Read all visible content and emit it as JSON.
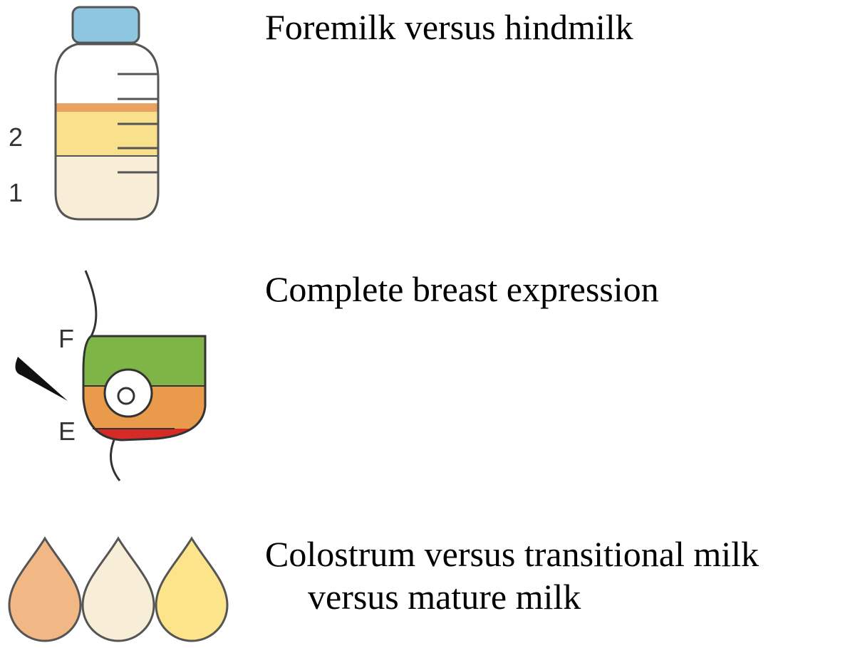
{
  "bottle": {
    "level_labels": [
      "2",
      "1"
    ],
    "colors": {
      "cap": "#8ec6e0",
      "foremilk": "#f8edd6",
      "hindmilk": "#f9e08c",
      "cream_line": "#e9a262",
      "outline": "#555555"
    }
  },
  "breast": {
    "labels": {
      "top": "F",
      "bottom": "E"
    },
    "colors": {
      "upper": "#7fb446",
      "middle": "#e99a4a",
      "lower": "#d62a26",
      "outline": "#333333"
    }
  },
  "drops": {
    "colors": [
      "#f1b886",
      "#f8edd6",
      "#fbe48a"
    ]
  },
  "captions": {
    "foremilk_hindmilk": "Foremilk versus hindmilk",
    "complete_expression": "Complete breast expression",
    "milk_stages_line1": "Colostrum versus transitional milk",
    "milk_stages_line2": "versus mature milk"
  }
}
